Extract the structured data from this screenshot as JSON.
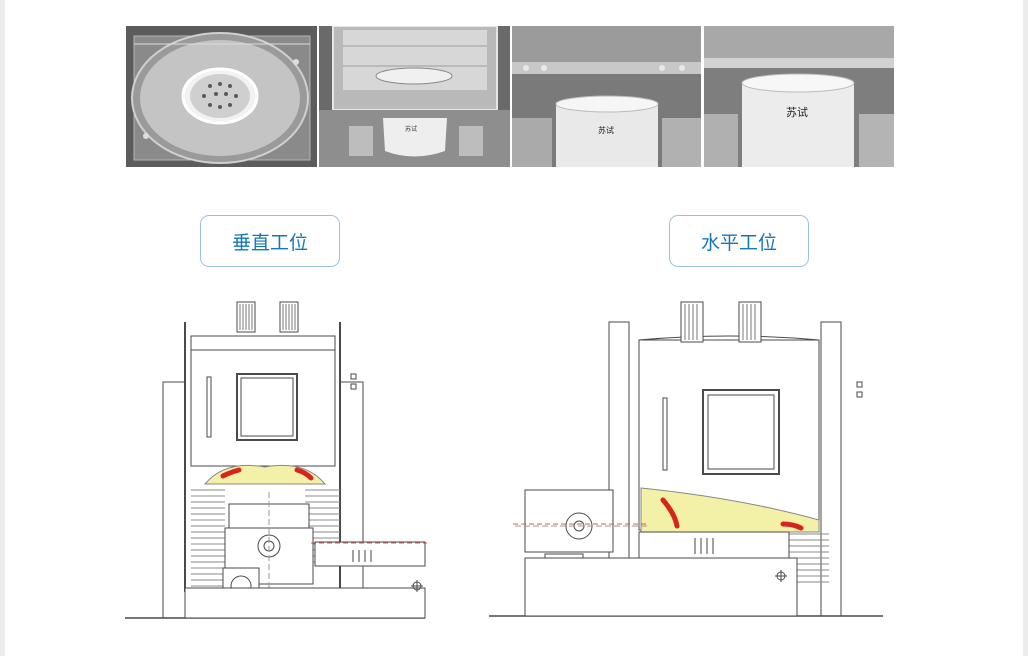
{
  "photos": {
    "photo2_label": "苏试",
    "photo3_label": "苏试",
    "photo4_label": "苏试"
  },
  "positions": {
    "vertical_label": "垂直工位",
    "horizontal_label": "水平工位"
  },
  "colors": {
    "label_text": "#1677b8",
    "label_border": "#9cc3dc",
    "seal_red": "#d8241c",
    "cushion_yellow": "#f3f1a8",
    "line": "#4a4a4a"
  }
}
